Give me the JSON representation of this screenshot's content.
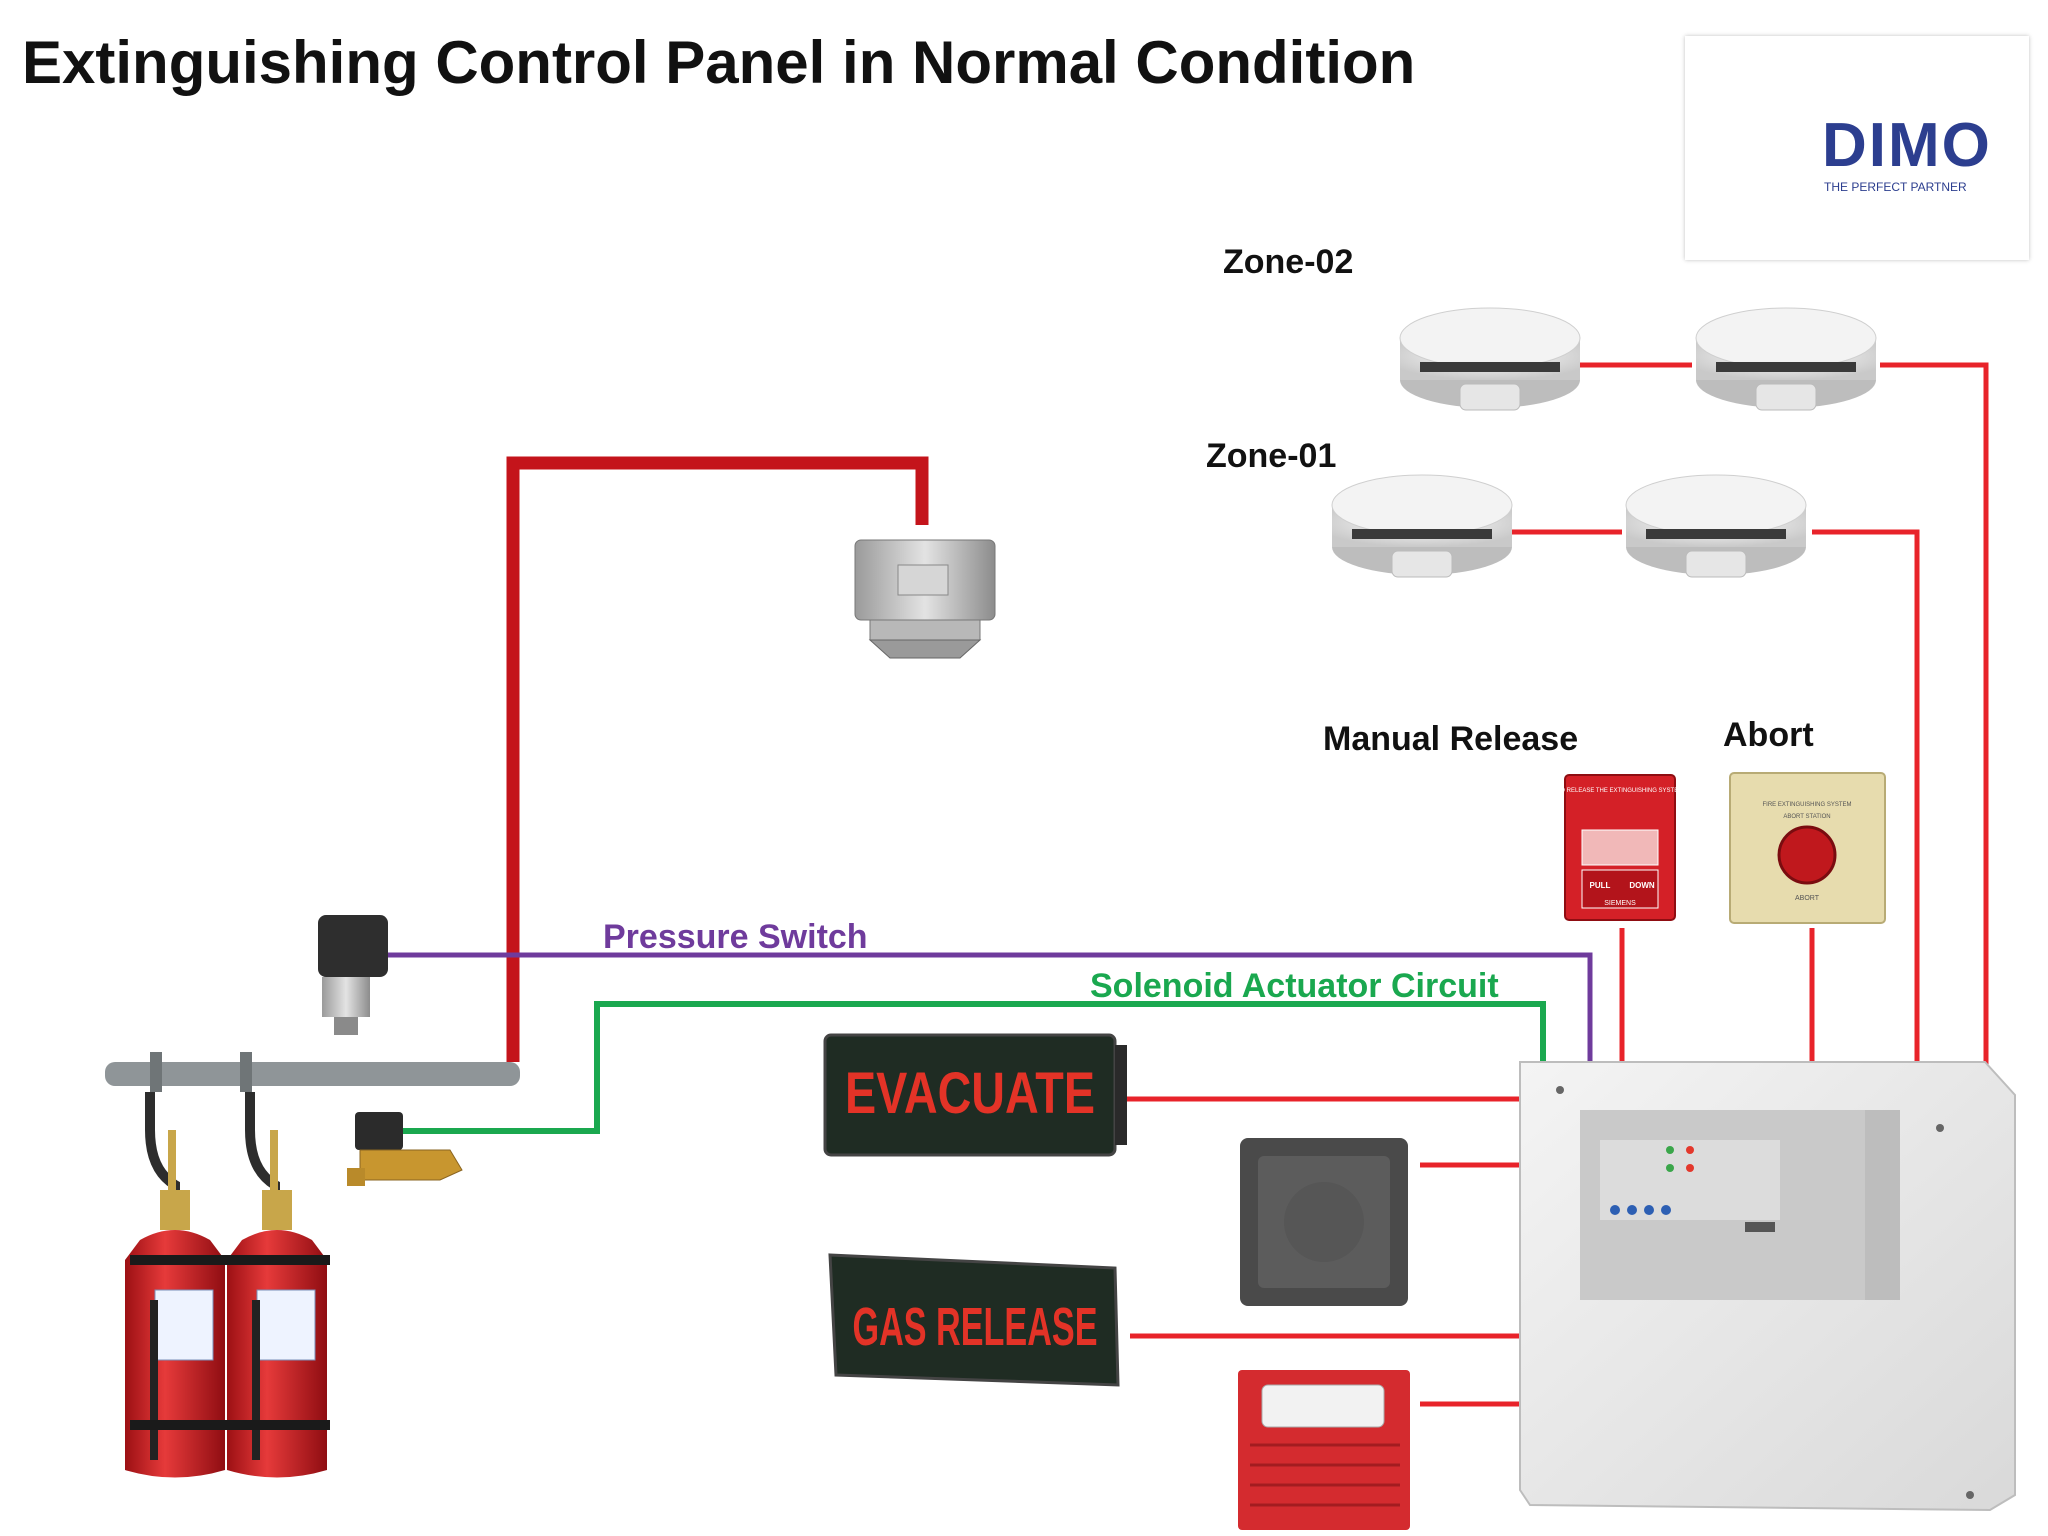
{
  "title": "Extinguishing Control Panel in Normal Condition",
  "logo": {
    "name": "DIMO",
    "tagline": "THE PERFECT PARTNER",
    "accent": "#a8c83a",
    "brand": "#2c3e8f"
  },
  "labels": {
    "zone_02": "Zone-02",
    "zone_01": "Zone-01",
    "manual_release": "Manual Release",
    "abort": "Abort",
    "pressure_switch": "Pressure Switch",
    "solenoid_circuit": "Solenoid Actuator Circuit"
  },
  "signs": {
    "evacuate": "EVACUATE",
    "gas_release": "GAS RELEASE"
  },
  "device_text": {
    "manual_release_top": "TO RELEASE THE EXTINGUISHING SYSTEM",
    "manual_release_pull": "PULL",
    "manual_release_down": "DOWN",
    "manual_release_brand": "SIEMENS",
    "abort_top": "FIRE EXTINGUISHING SYSTEM",
    "abort_mid": "ABORT STATION",
    "abort_bottom": "ABORT"
  },
  "colors": {
    "wire_red": "#e8232a",
    "pipe_red": "#c4141b",
    "wire_purple": "#6f3b9c",
    "wire_green": "#1aa84f",
    "cylinder": "#d8272a"
  }
}
